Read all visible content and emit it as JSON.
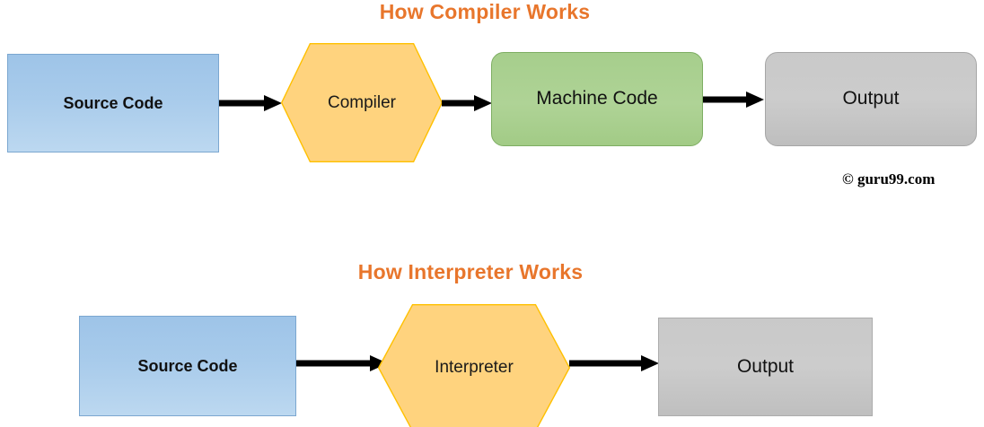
{
  "diagrams": [
    {
      "title": "How Compiler Works",
      "nodes": [
        {
          "label": "Source Code",
          "shape": "rectangle",
          "color": "#A8CBEB"
        },
        {
          "label": "Compiler",
          "shape": "hexagon",
          "color": "#FFD37E"
        },
        {
          "label": "Machine Code",
          "shape": "rounded-rectangle",
          "color": "#A9D18E"
        },
        {
          "label": "Output",
          "shape": "rounded-rectangle",
          "color": "#C9C9C9"
        }
      ],
      "connections": [
        {
          "from": "Source Code",
          "to": "Compiler",
          "type": "arrow"
        },
        {
          "from": "Compiler",
          "to": "Machine Code",
          "type": "arrow"
        },
        {
          "from": "Machine Code",
          "to": "Output",
          "type": "arrow"
        }
      ]
    },
    {
      "title": "How Interpreter Works",
      "nodes": [
        {
          "label": "Source Code",
          "shape": "rectangle",
          "color": "#A8CBEB"
        },
        {
          "label": "Interpreter",
          "shape": "hexagon",
          "color": "#FFD37E"
        },
        {
          "label": "Output",
          "shape": "rectangle",
          "color": "#C9C9C9"
        }
      ],
      "connections": [
        {
          "from": "Source Code",
          "to": "Interpreter",
          "type": "arrow"
        },
        {
          "from": "Interpreter",
          "to": "Output",
          "type": "arrow"
        }
      ]
    }
  ],
  "credit": "© guru99.com",
  "colors": {
    "title": "#E8762C",
    "source_code": "#A8CBEB",
    "processor": "#FFD37E",
    "machine_code": "#A9D18E",
    "output": "#C9C9C9",
    "arrow": "#000000"
  }
}
